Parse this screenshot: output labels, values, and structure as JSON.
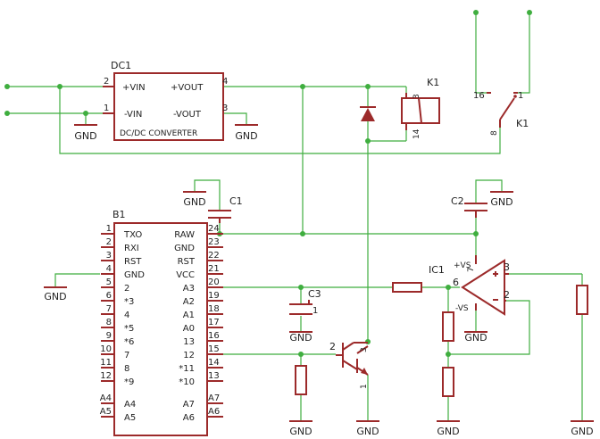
{
  "parts": {
    "dc1": {
      "name": "DC1",
      "title": "DC/DC CONVERTER",
      "pins": [
        "+VIN",
        "-VIN",
        "+VOUT",
        "-VOUT"
      ],
      "pin_numbers": [
        "2",
        "1",
        "4",
        "3"
      ]
    },
    "k1_coil": {
      "name": "K1",
      "pin_numbers": [
        "3",
        "14"
      ]
    },
    "k1_switch": {
      "name": "K1",
      "pin_numbers": [
        "16",
        "1",
        "8"
      ]
    },
    "c1": {
      "name": "C1"
    },
    "c2": {
      "name": "C2"
    },
    "c3": {
      "name": "C3",
      "pin_number": "1"
    },
    "ic1": {
      "name": "IC1",
      "pins": [
        "+VS",
        "-VS",
        "+",
        "-"
      ],
      "pin_numbers": [
        "7",
        "6",
        "3",
        "2"
      ]
    },
    "b1": {
      "name": "B1",
      "left_pins": [
        {
          "num": "1",
          "label": "TXO"
        },
        {
          "num": "2",
          "label": "RXI"
        },
        {
          "num": "3",
          "label": "RST"
        },
        {
          "num": "4",
          "label": "GND"
        },
        {
          "num": "5",
          "label": "2"
        },
        {
          "num": "6",
          "label": "*3"
        },
        {
          "num": "7",
          "label": "4"
        },
        {
          "num": "8",
          "label": "*5"
        },
        {
          "num": "9",
          "label": "*6"
        },
        {
          "num": "10",
          "label": "7"
        },
        {
          "num": "11",
          "label": "8"
        },
        {
          "num": "12",
          "label": "*9"
        },
        {
          "num": "A4",
          "label": "A4"
        },
        {
          "num": "A5",
          "label": "A5"
        }
      ],
      "right_pins": [
        {
          "num": "24",
          "label": "RAW"
        },
        {
          "num": "23",
          "label": "GND"
        },
        {
          "num": "22",
          "label": "RST"
        },
        {
          "num": "21",
          "label": "VCC"
        },
        {
          "num": "20",
          "label": "A3"
        },
        {
          "num": "19",
          "label": "A2"
        },
        {
          "num": "18",
          "label": "A1"
        },
        {
          "num": "17",
          "label": "A0"
        },
        {
          "num": "16",
          "label": "13"
        },
        {
          "num": "15",
          "label": "12"
        },
        {
          "num": "14",
          "label": "*11"
        },
        {
          "num": "13",
          "label": "*10"
        },
        {
          "num": "A7",
          "label": "A7"
        },
        {
          "num": "A6",
          "label": "A6"
        }
      ]
    },
    "transistor": {
      "pin_numbers": [
        "2",
        "3",
        "1"
      ]
    }
  },
  "gnd_label": "GND",
  "colors": {
    "wire": "#3fae3f",
    "component": "#9c2a2a",
    "text": "#222222"
  }
}
